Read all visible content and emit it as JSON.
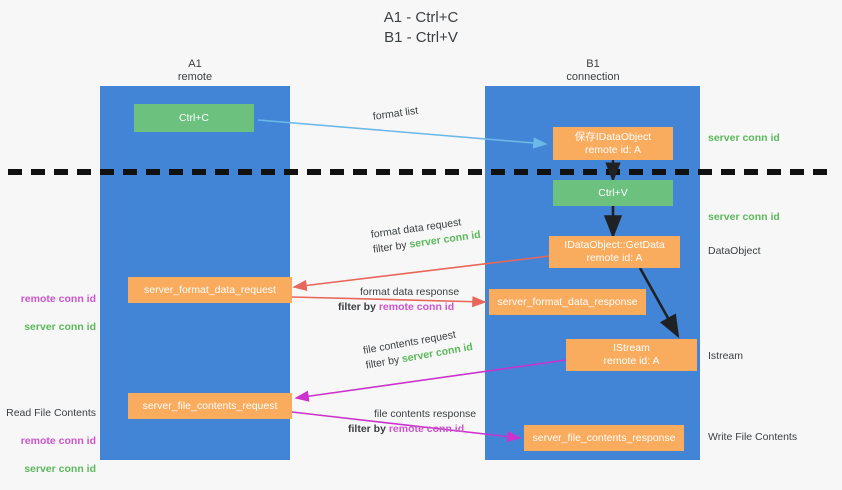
{
  "title": "A1 - Ctrl+C\nB1 - Ctrl+V",
  "lanes": [
    {
      "name": "lane-a1",
      "header": "A1\nremote"
    },
    {
      "name": "lane-b1",
      "header": "B1\nconnection"
    }
  ],
  "nodes": {
    "ctrl_c": "Ctrl+C",
    "ctrl_v": "Ctrl+V",
    "save_idataobject": "保存IDataObject\nremote id: A",
    "idataobject_getdata": "IDataObject::GetData\nremote id: A",
    "istream": "IStream\nremote id: A",
    "server_format_data_request": "server_format_data_request",
    "server_format_data_response": "server_format_data_response",
    "server_file_contents_request": "server_file_contents_request",
    "server_file_contents_response": "server_file_contents_response"
  },
  "side_labels": {
    "server_conn_id_top": "server conn id",
    "server_conn_id_mid": "server conn id",
    "data_object": "DataObject",
    "istream": "Istream",
    "write_file_contents": "Write File Contents"
  },
  "corner_labels": {
    "format_block": {
      "remote": "remote conn id",
      "server": "server conn id"
    },
    "read_file_block": {
      "header": "Read File Contents",
      "remote": "remote conn id",
      "server": "server conn id"
    }
  },
  "edge_labels": {
    "format_list": "format list",
    "format_data_request": {
      "line1": "format data request",
      "prefix": "filter by ",
      "token": "server conn id"
    },
    "format_data_response": {
      "line1": "format data response",
      "prefix": "filter by ",
      "token": "remote conn id"
    },
    "file_contents_request": {
      "line1": "file contents request",
      "prefix": "filter by ",
      "token": "server conn id"
    },
    "file_contents_response": {
      "line1": "file contents response",
      "prefix": "filter by ",
      "token": "remote conn id"
    }
  },
  "colors": {
    "lane": "#4285d6",
    "green_node": "#6cc17f",
    "orange_node": "#f9ab5e",
    "server_conn": "#5cb85c",
    "remote_conn": "#cc55cc",
    "arrow_blue": "#6cb8e8",
    "arrow_red": "#e8665a",
    "arrow_magenta": "#cc33cc",
    "arrow_black": "#202124",
    "background": "#f7f7f7"
  }
}
